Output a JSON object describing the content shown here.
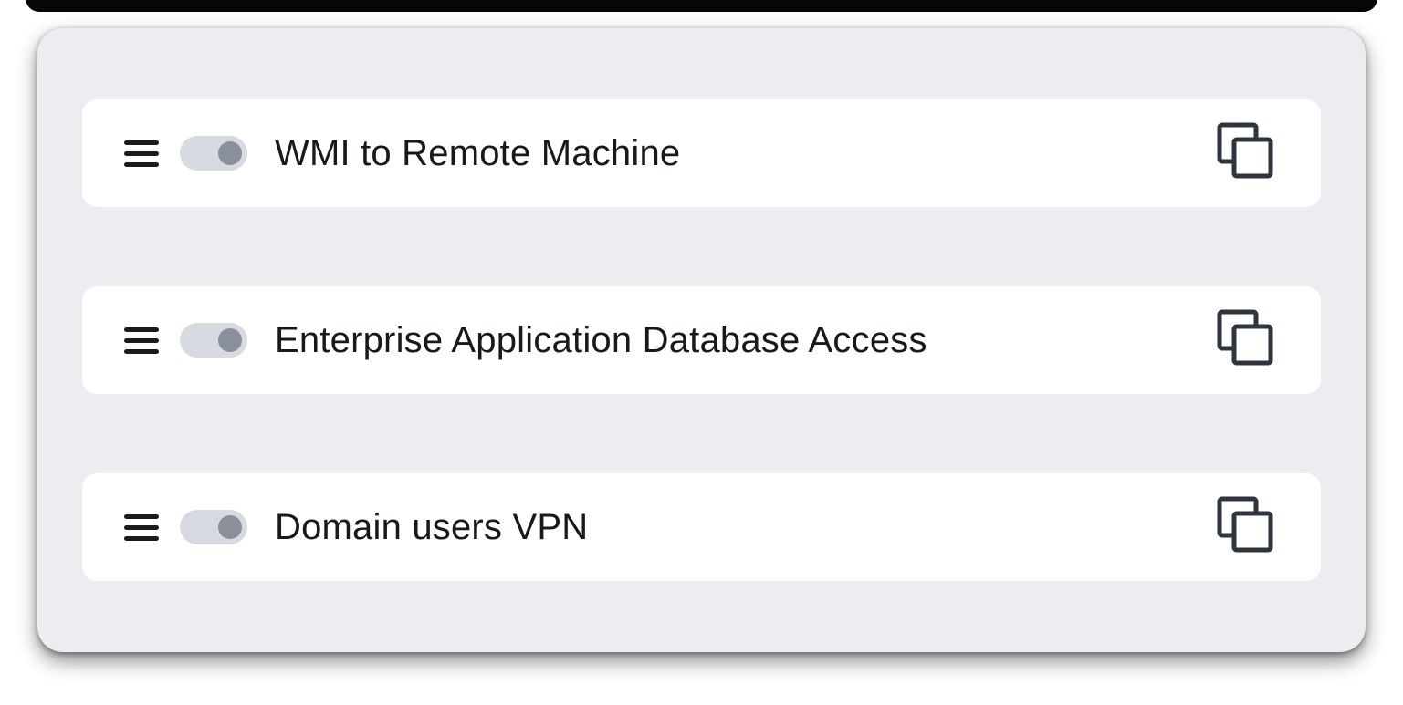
{
  "rows": [
    {
      "label": "WMI to Remote Machine",
      "toggle": "on"
    },
    {
      "label": "Enterprise Application Database Access",
      "toggle": "on"
    },
    {
      "label": "Domain users VPN",
      "toggle": "on"
    }
  ],
  "icons": {
    "left": "drag-handle-icon",
    "right": "copy-icon"
  },
  "colors": {
    "panel-bg": "#ECEDF1",
    "row-bg": "#FFFFFF",
    "text": "#17191D",
    "toggle-track": "#D7DAE0",
    "toggle-knob": "#8A909A",
    "icon": "#1A1C20",
    "copy-icon": "#2F353D"
  }
}
